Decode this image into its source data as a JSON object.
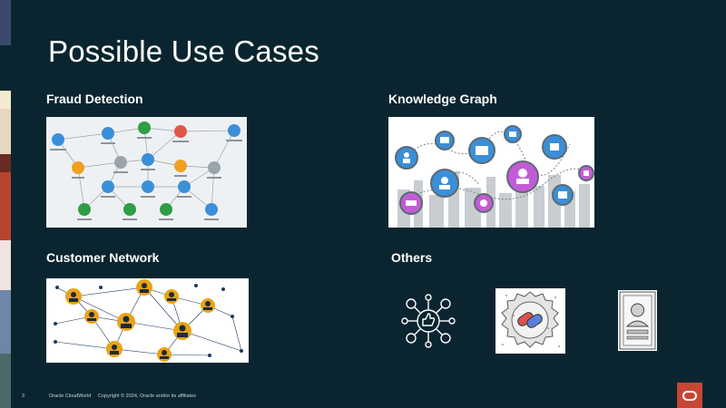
{
  "slide": {
    "title": "Possible Use Cases",
    "sections": {
      "fraud": "Fraud Detection",
      "knowledge": "Knowledge Graph",
      "customer": "Customer Network",
      "others": "Others"
    },
    "footer": {
      "page_number": "3",
      "event": "Oracle CloudWorld",
      "copyright": "Copyright © 2024, Oracle and/or its affiliates"
    },
    "others_icons": [
      "thumbs-up-network-icon",
      "gear-link-icon",
      "verified-user-card-icon"
    ],
    "colors": {
      "background": "#0b2530",
      "oracle_red": "#c74634",
      "node_blue": "#3a8fd8",
      "node_green": "#2f9e45",
      "node_orange": "#f0a020",
      "node_purple": "#c45bd6",
      "network_gold": "#e8a317"
    }
  }
}
